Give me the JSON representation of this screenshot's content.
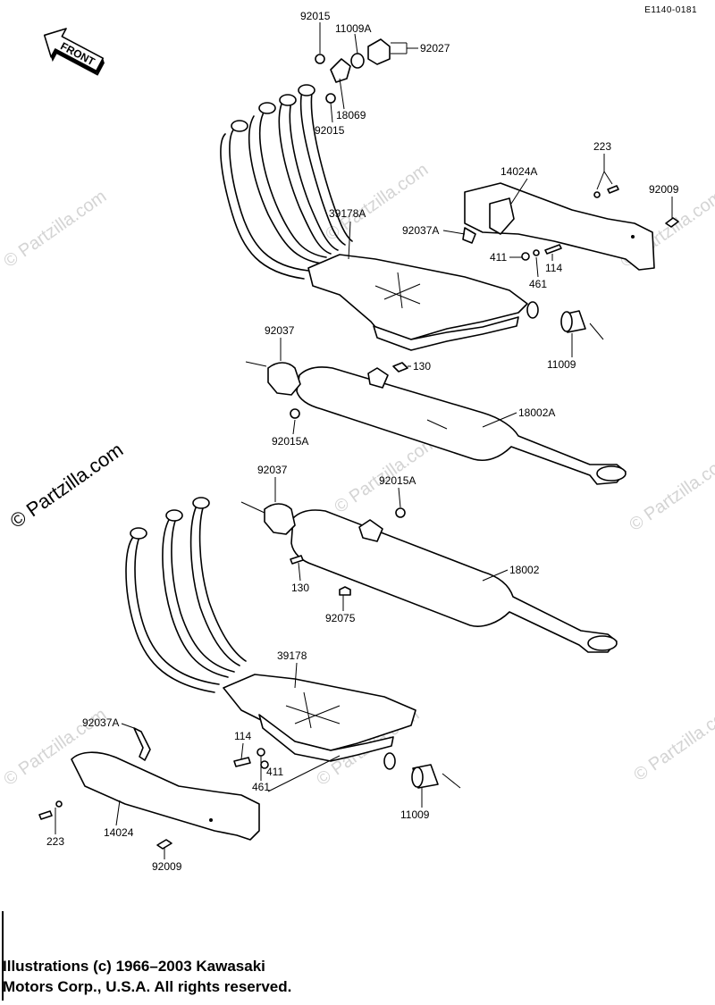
{
  "drawing_code": "E1140-0181",
  "front_label": "FRONT",
  "watermark": "© Partzilla.com",
  "copyright": {
    "line1": "Illustrations (c) 1966–2003 Kawasaki",
    "line2": "Motors Corp., U.S.A.  All rights reserved."
  },
  "labels": {
    "p92015_a": "92015",
    "p11009A": "11009A",
    "p92027": "92027",
    "p18069": "18069",
    "p92015_b": "92015",
    "p223_a": "223",
    "p14024A": "14024A",
    "p92009_a": "92009",
    "p39178A": "39178A",
    "p92037A_a": "92037A",
    "p411_a": "411",
    "p114_a": "114",
    "p461_a": "461",
    "p92037_a": "92037",
    "p130_a": "130",
    "p11009_a": "11009",
    "p18002A": "18002A",
    "p92015A_a": "92015A",
    "p92037_b": "92037",
    "p92015A_b": "92015A",
    "p18002": "18002",
    "p130_b": "130",
    "p92075": "92075",
    "p39178": "39178",
    "p92037A_b": "92037A",
    "p114_b": "114",
    "p411_b": "411",
    "p461_b": "461",
    "p11009_b": "11009",
    "p223_b": "223",
    "p14024": "14024",
    "p92009_b": "92009"
  }
}
